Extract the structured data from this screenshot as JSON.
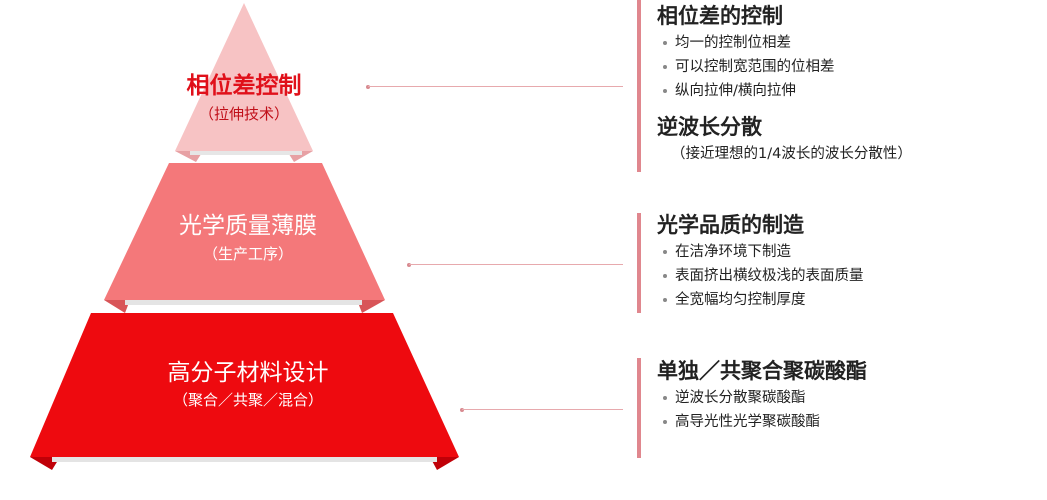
{
  "pyramid": {
    "levels": [
      {
        "title": "相位差控制",
        "subtitle": "（拉伸技术）",
        "color": "#f7c3c4"
      },
      {
        "title": "光学质量薄膜",
        "subtitle": "（生产工序）",
        "color": "#f4787a"
      },
      {
        "title": "高分子材料设计",
        "subtitle": "（聚合／共聚／混合）",
        "color": "#ee0a0f"
      }
    ]
  },
  "details": [
    {
      "sections": [
        {
          "heading": "相位差的控制",
          "bullets": [
            "均一的控制位相差",
            "可以控制宽范围的位相差",
            "纵向拉伸/横向拉伸"
          ]
        },
        {
          "heading": "逆波长分散",
          "note": "（接近理想的1/4波长的波长分散性）"
        }
      ]
    },
    {
      "sections": [
        {
          "heading": "光学品质的制造",
          "bullets": [
            "在洁净环境下制造",
            "表面挤出横纹极浅的表面质量",
            "全宽幅均匀控制厚度"
          ]
        }
      ]
    },
    {
      "sections": [
        {
          "heading": "单独／共聚合聚碳酸酯",
          "bullets": [
            "逆波长分散聚碳酸酯",
            "高导光性光学聚碳酸酯"
          ]
        }
      ]
    }
  ],
  "accent_color": "#e0878e"
}
